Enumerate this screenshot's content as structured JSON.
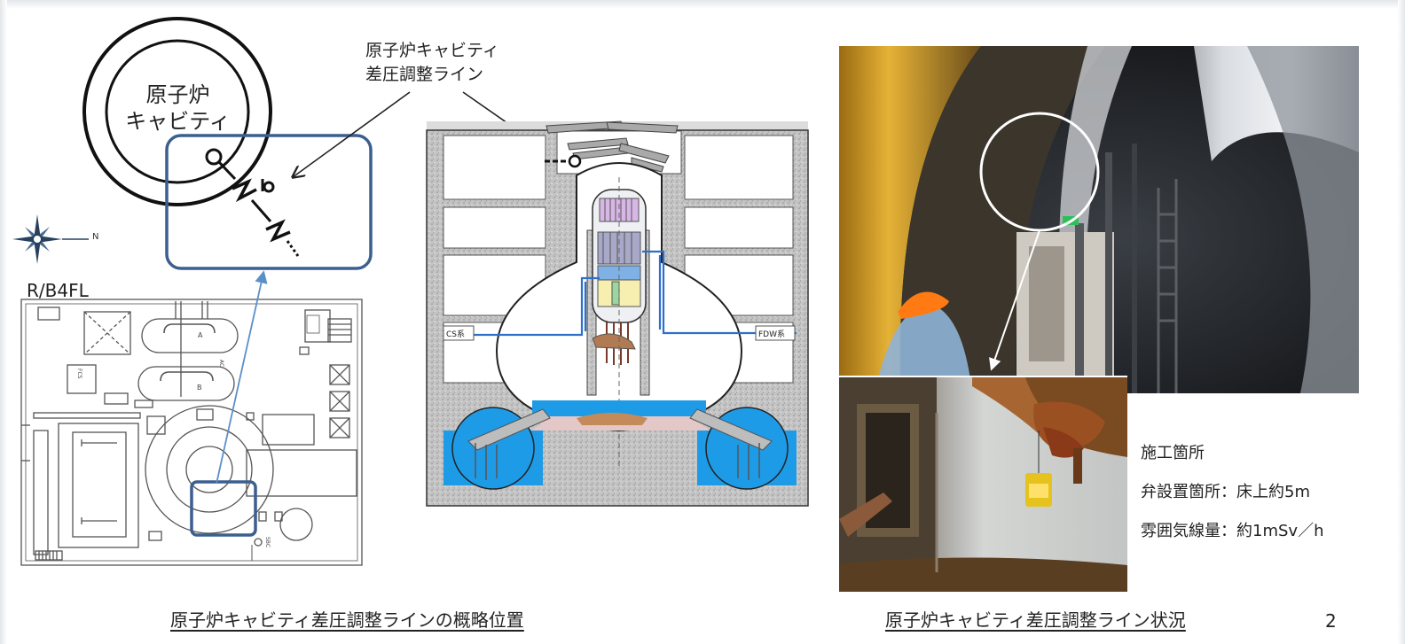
{
  "callout": {
    "line1": "原子炉キャビティ",
    "line2": "差圧調整ライン"
  },
  "cavity": {
    "line1": "原子炉",
    "line2": "キャビティ"
  },
  "compass": {
    "n": "N"
  },
  "floor_label": "R/B4FL",
  "plan_labels": {
    "tank_a": "A",
    "tank_b": "B",
    "ac_label": "AC",
    "fcs": "FCS",
    "sbc": "SBC"
  },
  "reactor_labels": {
    "cs": "CS系",
    "fdw": "FDW系"
  },
  "captions": {
    "left": "原子炉キャビティ差圧調整ラインの概略位置",
    "right": "原子炉キャビティ差圧調整ライン状況"
  },
  "info": {
    "line1": "施工箇所",
    "line2": "弁設置箇所：床上約5m",
    "line3": "雰囲気線量：約1mSv／h"
  },
  "page_number": "2",
  "colors": {
    "highlight_box": "#3b5f8f",
    "arrow": "#5b8fc9",
    "pipe": "#2f6fcc",
    "water": "#1e9be6",
    "concrete": "#b9b9b9"
  }
}
